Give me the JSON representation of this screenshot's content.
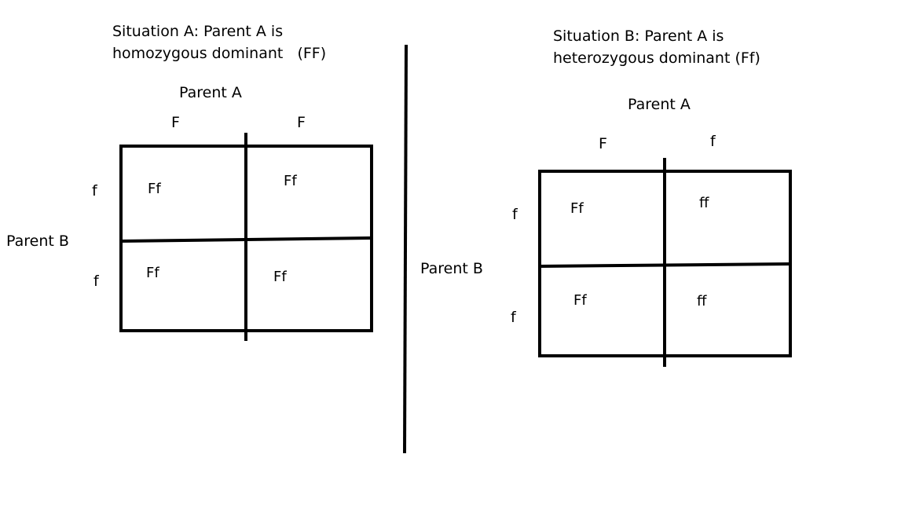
{
  "colors": {
    "ink": "#000000",
    "background": "#ffffff"
  },
  "situation_a": {
    "title_line1": "Situation A: Parent A is",
    "title_line2": "homozygous dominant   (FF)",
    "parent_a_label": "Parent A",
    "parent_b_label": "Parent B",
    "parent_a_alleles": [
      "F",
      "F"
    ],
    "parent_b_alleles": [
      "f",
      "f"
    ],
    "cells": [
      [
        "Ff",
        "Ff"
      ],
      [
        "Ff",
        "Ff"
      ]
    ]
  },
  "situation_b": {
    "title_line1": "Situation B: Parent A is",
    "title_line2": "heterozygous dominant (Ff)",
    "parent_a_label": "Parent A",
    "parent_b_label": "Parent B",
    "parent_a_alleles": [
      "F",
      "f"
    ],
    "parent_b_alleles": [
      "f",
      "f"
    ],
    "cells": [
      [
        "Ff",
        "ff"
      ],
      [
        "Ff",
        "ff"
      ]
    ]
  }
}
